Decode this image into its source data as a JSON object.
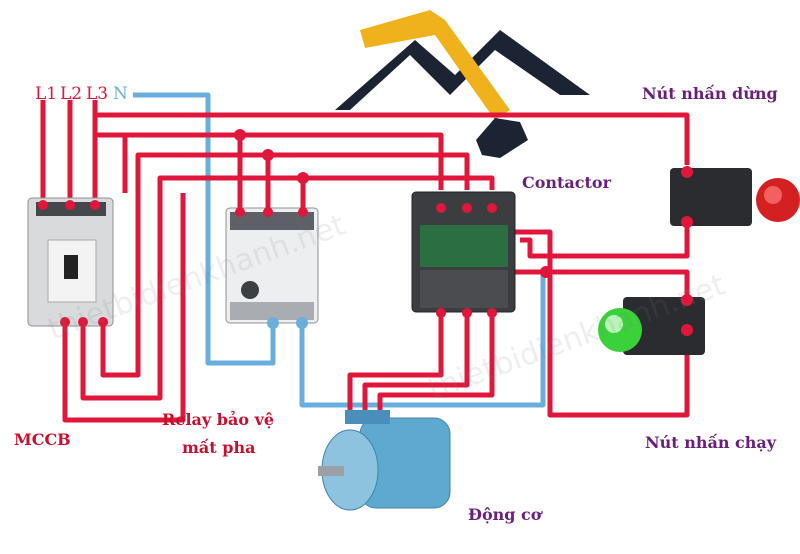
{
  "phases": [
    "L1",
    "L2",
    "L3",
    "N"
  ],
  "labels": {
    "stop_button": "Nút nhấn dừng",
    "contactor": "Contactor",
    "relay_line1": "Relay bảo vệ",
    "relay_line2": "mất pha",
    "mccb": "MCCB",
    "start_button": "Nút nhấn chạy",
    "motor": "Động cơ"
  },
  "watermark": "thietbidienkhanh.net",
  "colors": {
    "phase_wire": "#e0173a",
    "neutral_wire": "#6aaede",
    "label_purple": "#6b1f7a",
    "label_red": "#c8102e",
    "logo_gold": "#f0b21c",
    "logo_dark": "#1c2433",
    "stop_button": "#d42020",
    "start_button": "#3ad13a"
  }
}
